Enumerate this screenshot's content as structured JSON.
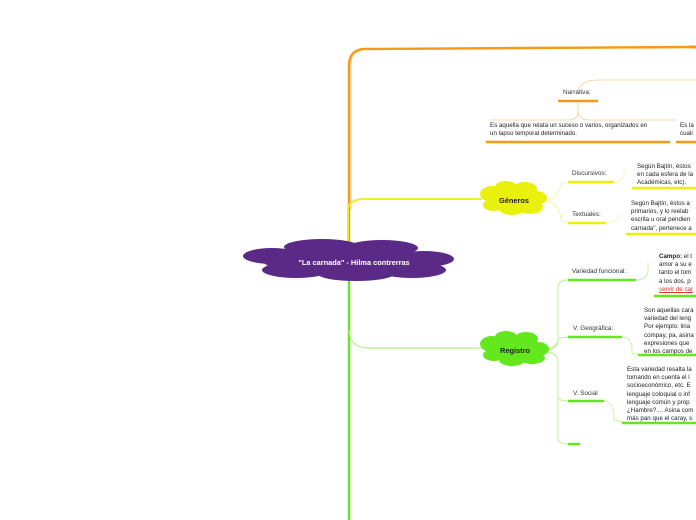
{
  "central": {
    "title": "\"La carnada\" - Hilma contrerras",
    "color": "#5b2a86",
    "text_color": "#ffffff"
  },
  "colors": {
    "orange": "#f59a16",
    "green": "#62e81c",
    "yellow": "#e8f00c",
    "light_yellow": "#f3f59a",
    "light_green": "#b8f08e"
  },
  "branches": {
    "top": {
      "narrativa_label": "Narrativa:",
      "narrativa_desc": [
        "Es aquella que relata un suceso o varios, organizados en",
        "un lapso temporal determinado."
      ],
      "right_desc": [
        "Es la",
        "cuali"
      ]
    },
    "generos": {
      "title": "Géneros",
      "discursivos_label": "Discursivos:",
      "discursivos_desc": [
        "Según Bajtín, éstos",
        "en cada esfera de la",
        "Académicas, etc)."
      ],
      "textuales_label": "Textuales:",
      "textuales_desc": [
        "Según Bajtín, éstos a",
        "primarios, y lo reelab",
        "escrita u oral pendien",
        "carnada\", pertenece a"
      ]
    },
    "registro": {
      "title": "Registro",
      "funcional_label": "Variedad funcional:",
      "funcional_desc_bold": "Campo:",
      "funcional_desc_first": " el t",
      "funcional_desc": [
        "amor a su e",
        "tanto el tom",
        "a los dos, p"
      ],
      "funcional_link": "servir de car",
      "geografica_label": "V. Geográfica:",
      "geografica_desc": [
        "Son aquellas cara",
        "variedad del leng",
        "Por ejemplo: liria",
        "compay, pa, asina",
        "expresiones  que",
        "en los campos de"
      ],
      "social_label": "V. Social",
      "social_desc": [
        "Esta variedad resalta la",
        "tomando en cuenta el l",
        "socioeconómico, etc. E",
        "lenguaje coloquial o inf",
        "lenguaje común y prop",
        "¿Hambre?.... Asina com",
        "más pan que el caray, s"
      ]
    }
  }
}
